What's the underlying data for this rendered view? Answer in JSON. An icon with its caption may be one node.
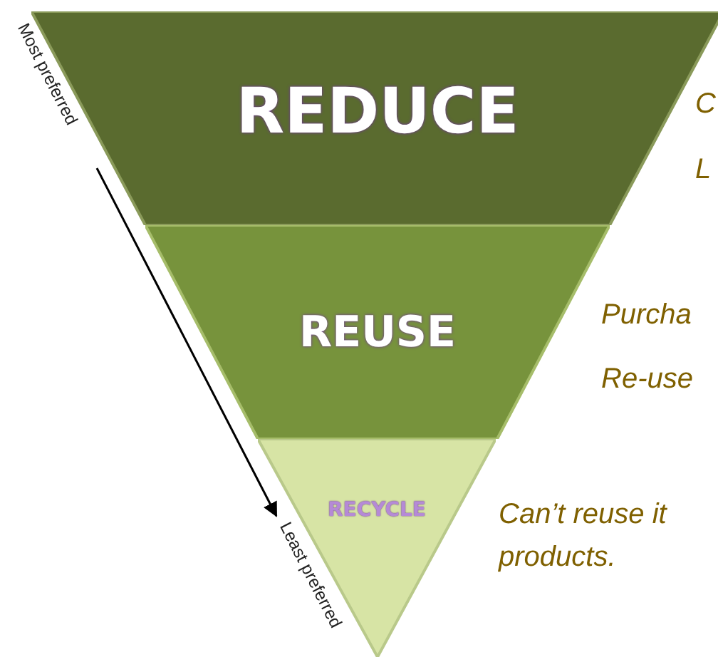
{
  "diagram": {
    "nodes": [
      {
        "text": [
          "REDUCE"
        ],
        "beside": [
          "C",
          "L"
        ]
      },
      {
        "text": [
          "REUSE"
        ],
        "beside": [
          "Purcha",
          "Re-use"
        ]
      },
      {
        "text": [
          "RECYCLE"
        ],
        "beside": [
          "Can’t reuse it products."
        ]
      }
    ],
    "labels": [
      "Most preferred",
      "Least preferred"
    ]
  }
}
